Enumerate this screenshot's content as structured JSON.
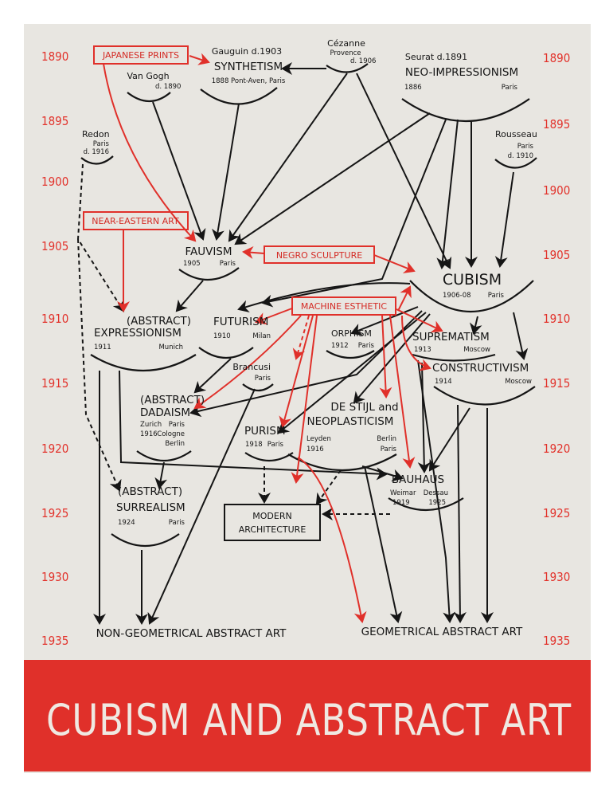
{
  "years": [
    "1890",
    "1895",
    "1900",
    "1905",
    "1910",
    "1915",
    "1920",
    "1925",
    "1930",
    "1935"
  ],
  "sources": {
    "japanese_prints": "JAPANESE PRINTS",
    "near_eastern_art": "NEAR-EASTERN ART",
    "negro_sculpture": "NEGRO SCULPTURE",
    "machine_esthetic": "MACHINE ESTHETIC"
  },
  "nodes": {
    "gauguin": {
      "artist": "Gauguin d.1903",
      "name": "SYNTHETISM",
      "info": "1888 Pont-Aven, Paris"
    },
    "van_gogh": {
      "artist": "Van Gogh",
      "death": "d. 1890"
    },
    "cezanne": {
      "artist": "Cézanne",
      "place": "Provence",
      "death": "d. 1906"
    },
    "seurat": {
      "artist": "Seurat d.1891",
      "name": "NEO-IMPRESSIONISM",
      "year": "1886",
      "place": "Paris"
    },
    "redon": {
      "artist": "Redon",
      "place": "Paris",
      "death": "d. 1916"
    },
    "rousseau": {
      "artist": "Rousseau",
      "place": "Paris",
      "death": "d. 1910"
    },
    "fauvism": {
      "name": "FAUVISM",
      "year": "1905",
      "place": "Paris"
    },
    "cubism": {
      "name": "CUBISM",
      "year": "1906-08",
      "place": "Paris"
    },
    "expressionism": {
      "prefix": "(ABSTRACT)",
      "name": "EXPRESSIONISM",
      "year": "1911",
      "place": "Munich"
    },
    "futurism": {
      "name": "FUTURISM",
      "year": "1910",
      "place": "Milan"
    },
    "orphism": {
      "name": "ORPHISM",
      "year": "1912",
      "place": "Paris"
    },
    "suprematism": {
      "name": "SUPREMATISM",
      "year": "1913",
      "place": "Moscow"
    },
    "brancusi": {
      "artist": "Brancusi",
      "place": "Paris"
    },
    "constructivism": {
      "name": "CONSTRUCTIVISM",
      "year": "1914",
      "place": "Moscow"
    },
    "dadaism": {
      "prefix": "(ABSTRACT)",
      "name": "DADAISM",
      "place1": "Zurich",
      "place2": "Paris",
      "year": "1916",
      "place3": "Cologne",
      "place4": "Berlin"
    },
    "de_stijl": {
      "name1": "DE STIJL and",
      "name2": "NEOPLASTICISM",
      "place1": "Leyden",
      "year": "1916",
      "place2": "Berlin",
      "place3": "Paris"
    },
    "purism": {
      "name": "PURISM",
      "year": "1918",
      "place": "Paris"
    },
    "bauhaus": {
      "name": "BAUHAUS",
      "place1": "Weimar",
      "place2": "Dessau",
      "year1": "1919",
      "year2": "1925"
    },
    "surrealism": {
      "prefix": "(ABSTRACT)",
      "name": "SURREALISM",
      "year": "1924",
      "place": "Paris"
    },
    "modern_architecture": {
      "line1": "MODERN",
      "line2": "ARCHITECTURE"
    }
  },
  "outcomes": {
    "non_geometrical": "NON-GEOMETRICAL ABSTRACT ART",
    "geometrical": "GEOMETRICAL ABSTRACT ART"
  },
  "title": "CUBISM AND ABSTRACT ART",
  "colors": {
    "red": "#e0302a",
    "paper": "#e8e6e1",
    "ink": "#151515"
  }
}
